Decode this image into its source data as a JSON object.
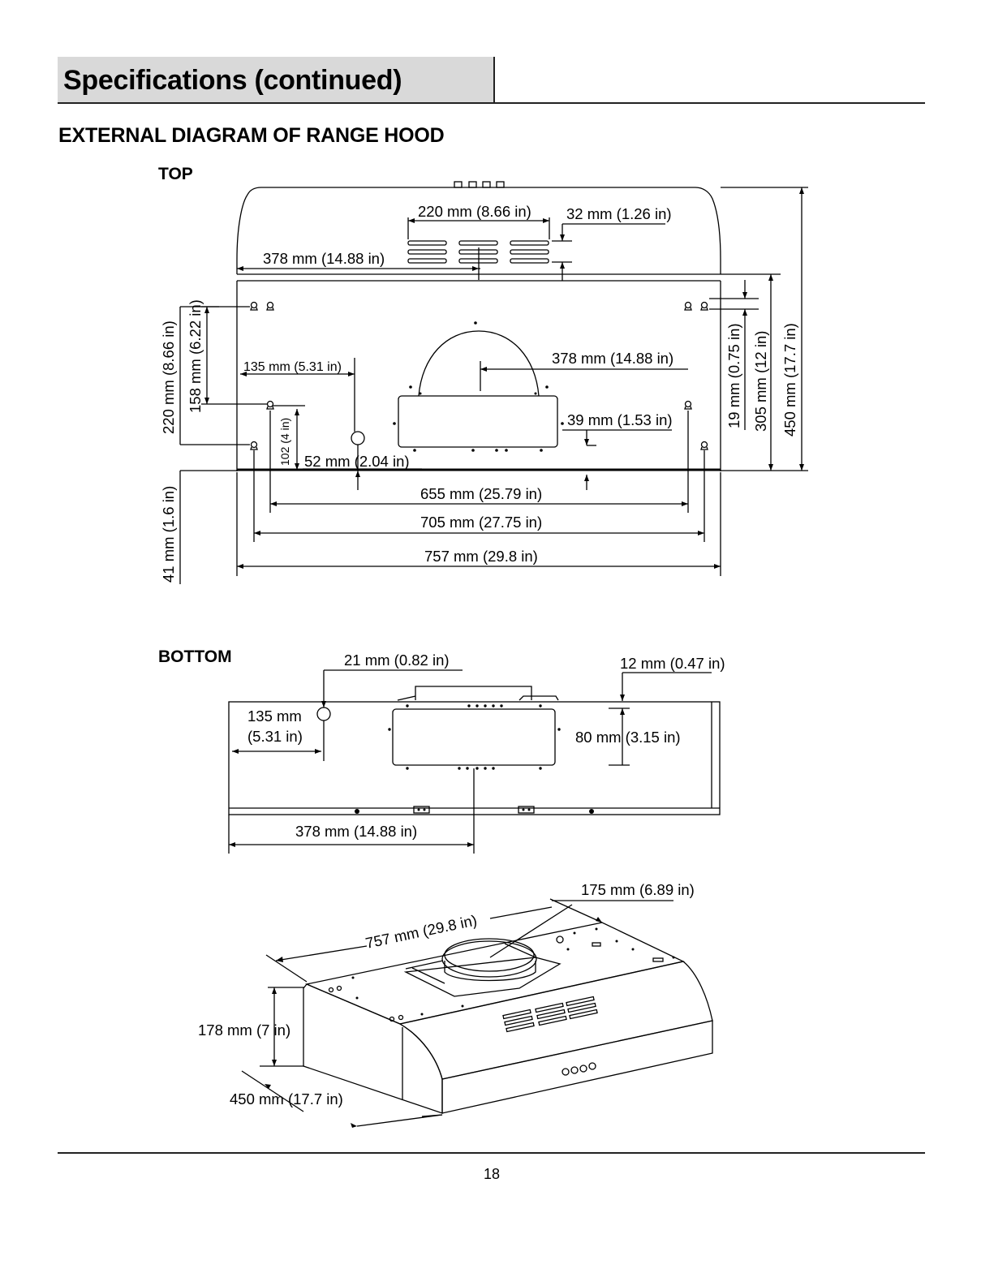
{
  "header": {
    "title": "Specifications (continued)"
  },
  "section": {
    "title": "EXTERNAL DIAGRAM OF RANGE HOOD"
  },
  "top_view": {
    "label": "TOP",
    "dims": {
      "d220_top": "220 mm (8.66 in)",
      "d32": "32 mm (1.26 in)",
      "d378_upper": "378 mm (14.88 in)",
      "d135": "135 mm (5.31 in)",
      "d378_mid": "378 mm (14.88 in)",
      "d39": "39 mm (1.53 in)",
      "d102": "102 (4 in)",
      "d52": "52 mm (2.04 in)",
      "d655": "655 mm (25.79 in)",
      "d705": "705 mm (27.75 in)",
      "d757": "757 mm (29.8 in)",
      "d220_left": "220 mm (8.66 in)",
      "d158": "158 mm (6.22 in)",
      "d41": "41 mm (1.6 in)",
      "d19": "19 mm (0.75 in)",
      "d305": "305 mm (12 in)",
      "d450": "450 mm (17.7 in)"
    }
  },
  "bottom_view": {
    "label": "BOTTOM",
    "dims": {
      "d21": "21 mm (0.82 in)",
      "d12": "12 mm (0.47 in)",
      "d135_line1": "135 mm",
      "d135_line2": "(5.31 in)",
      "d80": "80 mm (3.15 in)",
      "d378": "378 mm (14.88 in)"
    }
  },
  "iso_view": {
    "dims": {
      "d175": "175 mm (6.89 in)",
      "d757": "757 mm (29.8 in)",
      "d178": "178 mm (7 in)",
      "d450": "450 mm (17.7 in)"
    }
  },
  "footer": {
    "page_number": "18"
  }
}
